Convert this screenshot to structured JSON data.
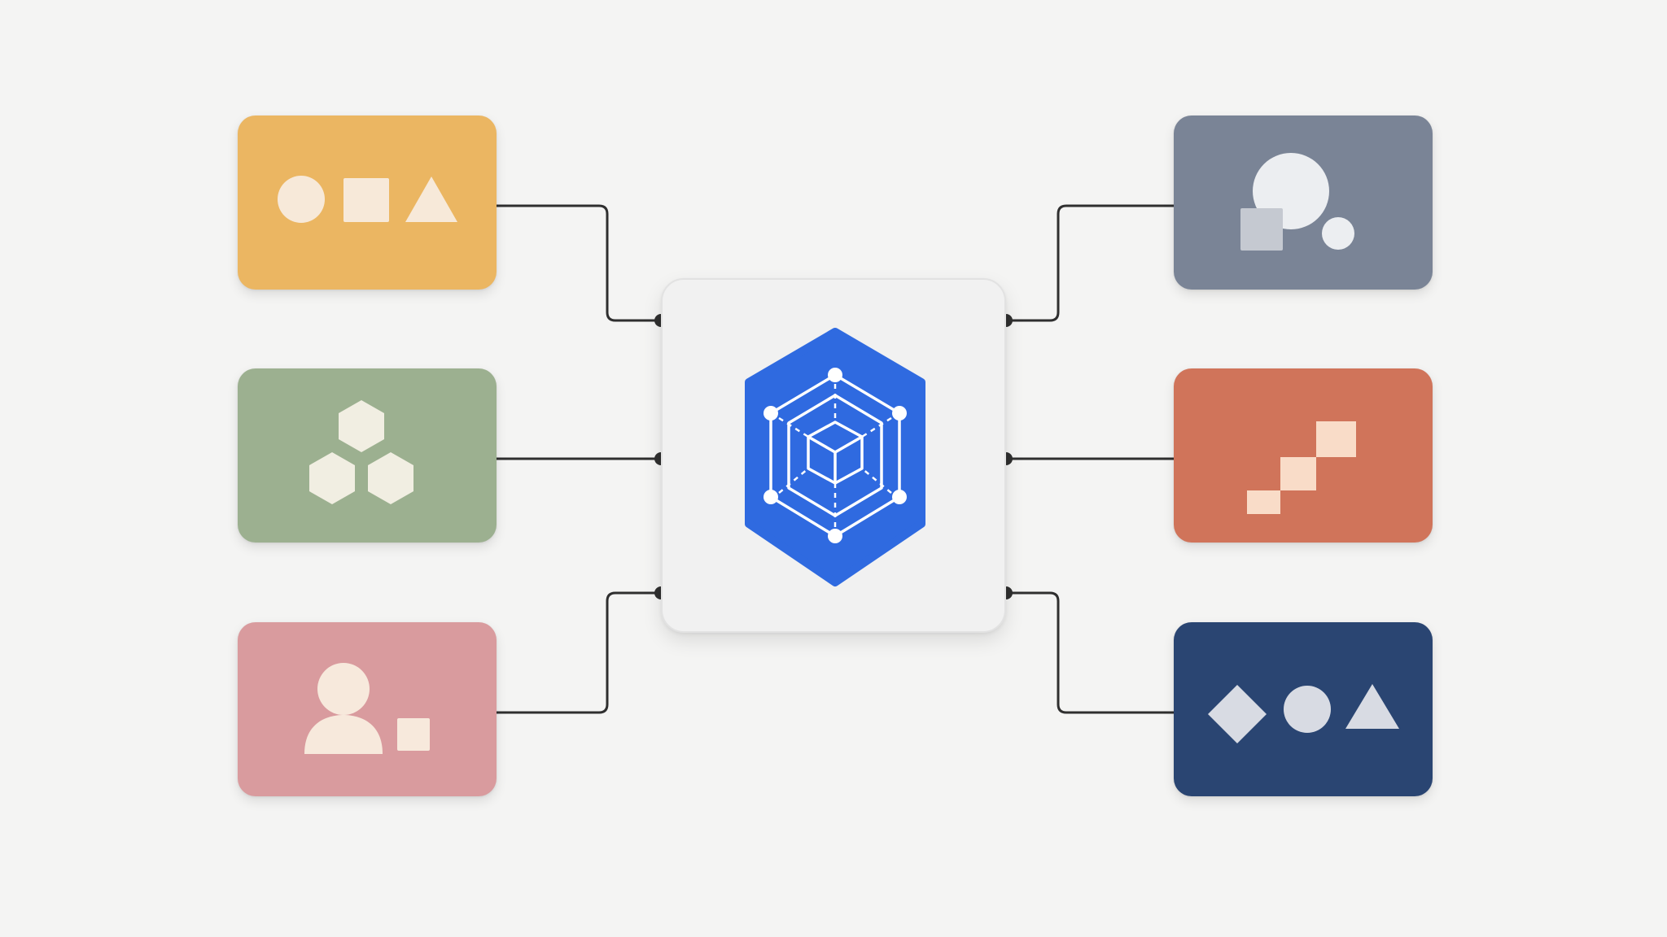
{
  "colors": {
    "background": "#f4f4f3",
    "connector": "#2f2f2f",
    "glyph": "#f7e9d9",
    "hub_background": "#f1f1f1",
    "hub_accent": "#2f6ae0",
    "hub_line": "#ffffff"
  },
  "hub": {
    "icon": "hexagon-network-cube-icon"
  },
  "cards": [
    {
      "id": "card-top-left",
      "color": "#ebb662",
      "icon": "circle-square-triangle-icon"
    },
    {
      "id": "card-mid-left",
      "color": "#9cb090",
      "icon": "hexagon-cluster-icon"
    },
    {
      "id": "card-bottom-left",
      "color": "#d99b9e",
      "icon": "user-square-icon"
    },
    {
      "id": "card-top-right",
      "color": "#7a8496",
      "icon": "circles-square-icon"
    },
    {
      "id": "card-mid-right",
      "color": "#d0745a",
      "icon": "staircase-squares-icon"
    },
    {
      "id": "card-bottom-right",
      "color": "#2a4572",
      "icon": "diamond-circle-triangle-icon"
    }
  ]
}
